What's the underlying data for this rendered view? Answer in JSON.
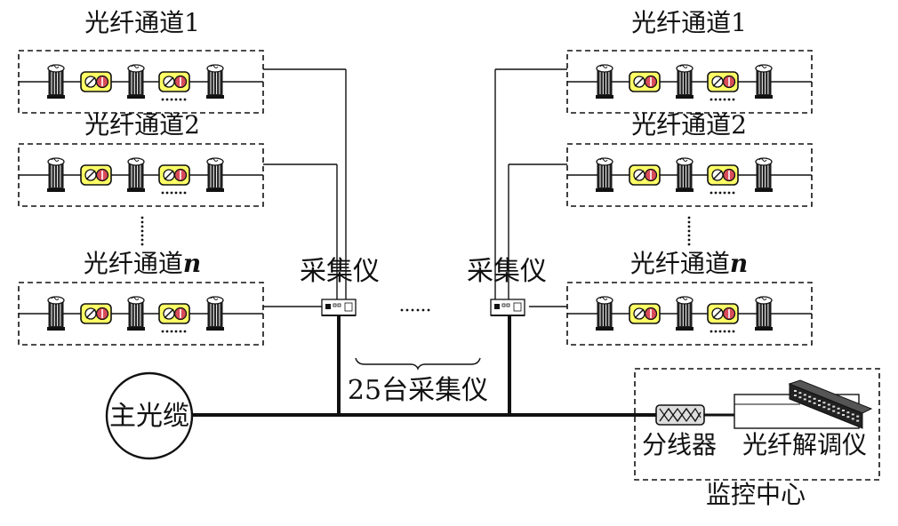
{
  "colors": {
    "line": "#111111",
    "sensor_fill": "#ffff66",
    "sensor_dot": "#d94c5a",
    "background": "#ffffff"
  },
  "groups": [
    {
      "side": "left",
      "channels": [
        {
          "label_main": "光纤通道",
          "label_suffix": "1"
        },
        {
          "label_main": "光纤通道",
          "label_suffix": "2"
        },
        {
          "label_main": "光纤通道",
          "label_suffix": "n"
        }
      ],
      "collector_label": "采集仪"
    },
    {
      "side": "right",
      "channels": [
        {
          "label_main": "光纤通道",
          "label_suffix": "1"
        },
        {
          "label_main": "光纤通道",
          "label_suffix": "2"
        },
        {
          "label_main": "光纤通道",
          "label_suffix": "n"
        }
      ],
      "collector_label": "采集仪"
    }
  ],
  "collector_count_label": "25台采集仪",
  "main_cable_label": "主光缆",
  "splitter_label": "分线器",
  "demodulator_label": "光纤解调仪",
  "monitoring_center_label": "监控中心",
  "icons": {
    "post": "fiber-post-icon",
    "sensor": "fbg-sensor-icon",
    "collector": "collector-device-icon",
    "splitter": "splitter-icon",
    "demodulator": "demodulator-icon"
  }
}
